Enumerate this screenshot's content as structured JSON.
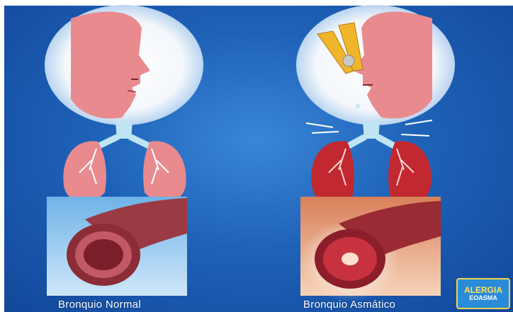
{
  "captions": {
    "normal": "Bronquio Normal",
    "asthmatic": "Bronquio Asmático"
  },
  "logo": {
    "line1": "ALERGIA",
    "line2": "EOASMA"
  },
  "colors": {
    "background": "#1e62b8",
    "normal_tissue": "#e98a8f",
    "asthmatic_tissue": "#c2282f",
    "clothespin": "#f0b52a"
  },
  "icons": {
    "normal_face": "face-profile-icon",
    "blocked_nose": "clothespin-icon",
    "lungs": "lungs-icon",
    "bronchus": "bronchus-cross-section-icon"
  }
}
